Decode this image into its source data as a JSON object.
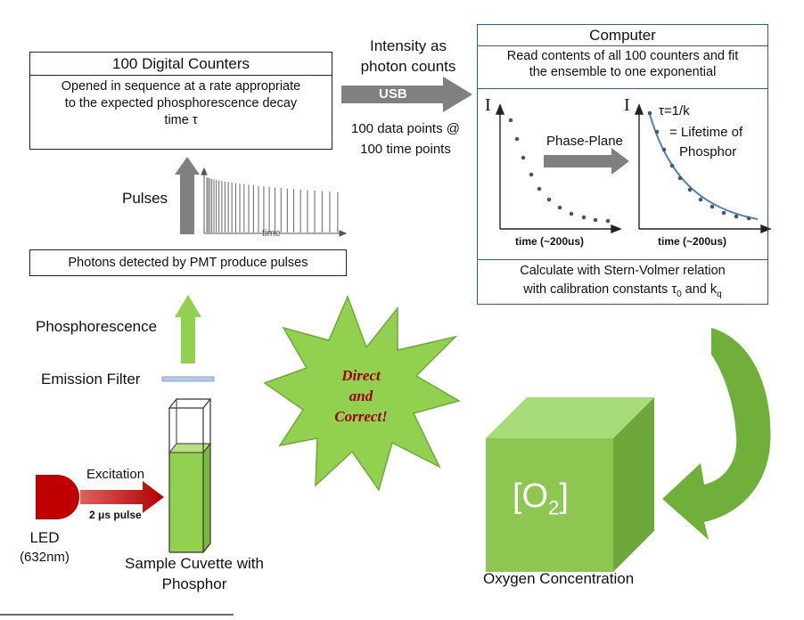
{
  "counters": {
    "title": "100 Digital Counters",
    "line1": "Opened in sequence at a rate appropriate",
    "line2": "to the expected phosphorescence decay",
    "line3": "time τ"
  },
  "transfer": {
    "line1": "Intensity as",
    "line2": "photon counts",
    "usb": "USB",
    "points1": "100 data points @",
    "points2": "100 time points"
  },
  "computer": {
    "title": "Computer",
    "line1": "Read contents of all 100 counters and fit",
    "line2": "the ensemble to one exponential",
    "plot_left_ylabel": "I",
    "plot_left_xlabel": "time (~200us)",
    "arrow_label": "Phase-Plane",
    "plot_right_ylabel": "I",
    "plot_right_xlabel": "time (~200us)",
    "tau_eq": "τ=1/k",
    "lifetime1": "= Lifetime of",
    "lifetime2": "Phosphor",
    "calc1": "Calculate with Stern-Volmer relation",
    "calc2": "with calibration constants τ",
    "calc2_sub": "0",
    "calc2_and": " and k",
    "calc2_sub2": "q"
  },
  "pulses": {
    "label": "Pulses",
    "axis": "time"
  },
  "pmt": {
    "label": "Photons detected by PMT produce pulses"
  },
  "phosphorescence": {
    "label": "Phosphorescence"
  },
  "filter": {
    "label": "Emission Filter"
  },
  "starburst": {
    "line1": "Direct",
    "line2": "and",
    "line3": "Correct!"
  },
  "led": {
    "label": "LED",
    "wavelength": "(632nm)"
  },
  "excitation": {
    "label": "Excitation",
    "pulse": "2 μs pulse"
  },
  "cuvette": {
    "line1": "Sample Cuvette with",
    "line2": "Phosphor"
  },
  "oxygen": {
    "symbol": "[O",
    "sub": "2",
    "close": "]",
    "label": "Oxygen Concentration"
  },
  "colors": {
    "green": "#92D050",
    "gray_arrow": "#808080",
    "red_arrow": "#C00000",
    "blue_fit": "#4A7EC8",
    "star_text": "#A00000",
    "box_border": "#2E5C8A"
  }
}
